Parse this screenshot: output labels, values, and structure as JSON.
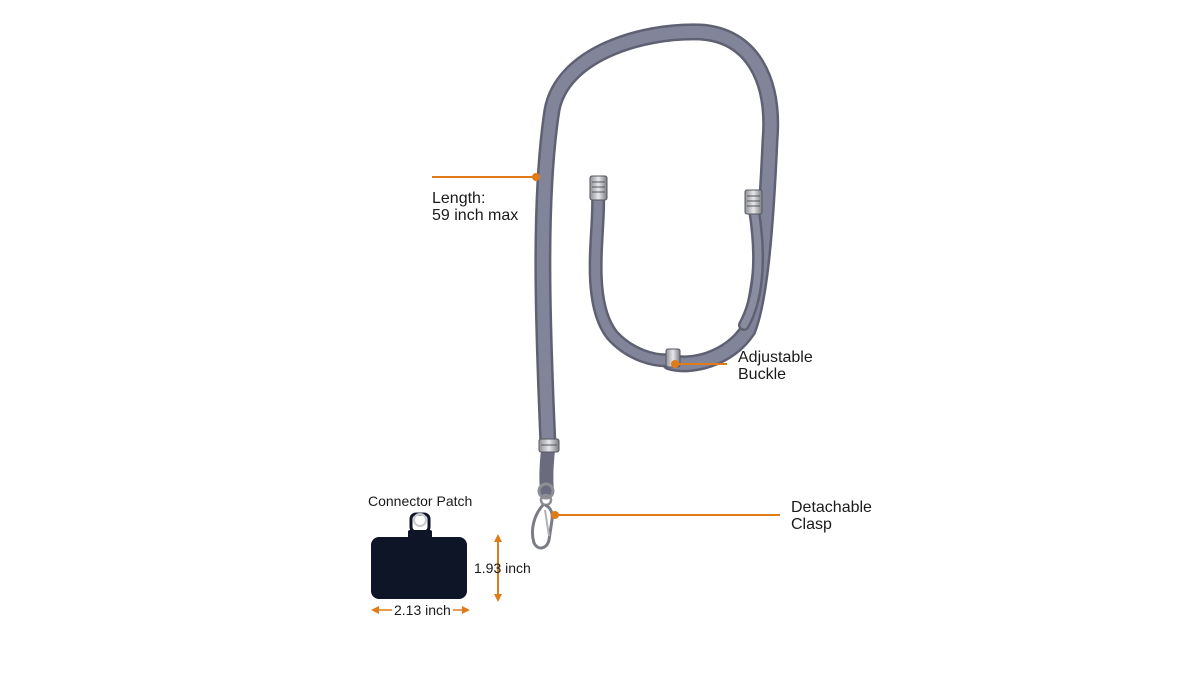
{
  "accent_color": "#e07b1a",
  "strap_color": "#7d7f93",
  "patch_color": "#0e1526",
  "callouts": {
    "length": {
      "line1": "Length:",
      "line2": "59 inch max"
    },
    "buckle": {
      "line1": "Adjustable",
      "line2": "Buckle"
    },
    "clasp": {
      "line1": "Detachable",
      "line2": "Clasp"
    },
    "patch": {
      "title": "Connector Patch"
    }
  },
  "dimensions": {
    "height": "1.93 inch",
    "width": "2.13 inch"
  }
}
